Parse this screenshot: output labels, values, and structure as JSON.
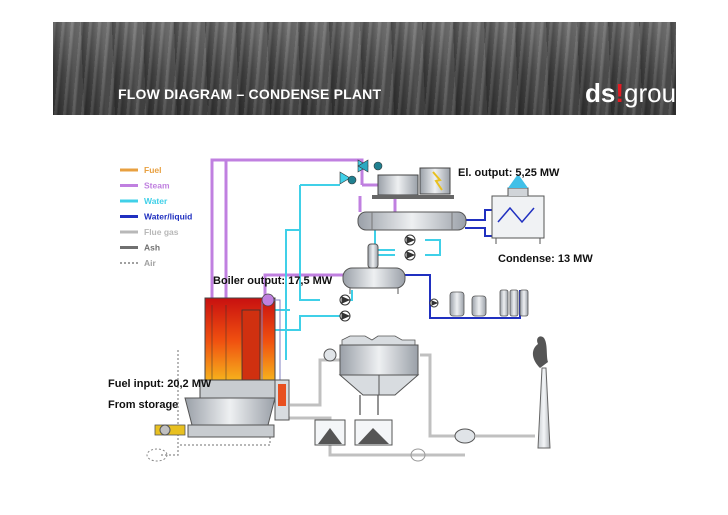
{
  "header": {
    "title": "FLOW DIAGRAM – CONDENSE PLANT",
    "logo": {
      "prefix": "ds",
      "mark": "!",
      "suffix": "group"
    }
  },
  "legend": [
    {
      "label": "Fuel",
      "color": "#e8a040",
      "style": "solid"
    },
    {
      "label": "Steam",
      "color": "#c080e0",
      "style": "solid"
    },
    {
      "label": "Water",
      "color": "#40d0e8",
      "style": "solid"
    },
    {
      "label": "Water/liquid",
      "color": "#2030c0",
      "style": "solid"
    },
    {
      "label": "Flue gas",
      "color": "#b8b8b8",
      "style": "solid"
    },
    {
      "label": "Ash",
      "color": "#707070",
      "style": "solid"
    },
    {
      "label": "Air",
      "color": "#a0a0a0",
      "style": "dotted"
    }
  ],
  "labels": {
    "el_output": "El. output: 5,25 MW",
    "condense": "Condense: 13 MW",
    "boiler_output": "Boiler output: 17,5 MW",
    "fuel_input": "Fuel input: 20,2 MW",
    "from_storage": "From storage"
  },
  "colors": {
    "steam": "#c080e0",
    "water": "#40d0e8",
    "liquid": "#2030c0",
    "flue": "#c0c0c0",
    "ash": "#707070",
    "fuel": "#e8a040",
    "boiler_hot": "#f05010"
  },
  "icons": [
    "turbine-generator-icon",
    "cooling-tower-icon",
    "chimney-icon",
    "pump-icon",
    "valve-icon",
    "lightning-icon"
  ]
}
